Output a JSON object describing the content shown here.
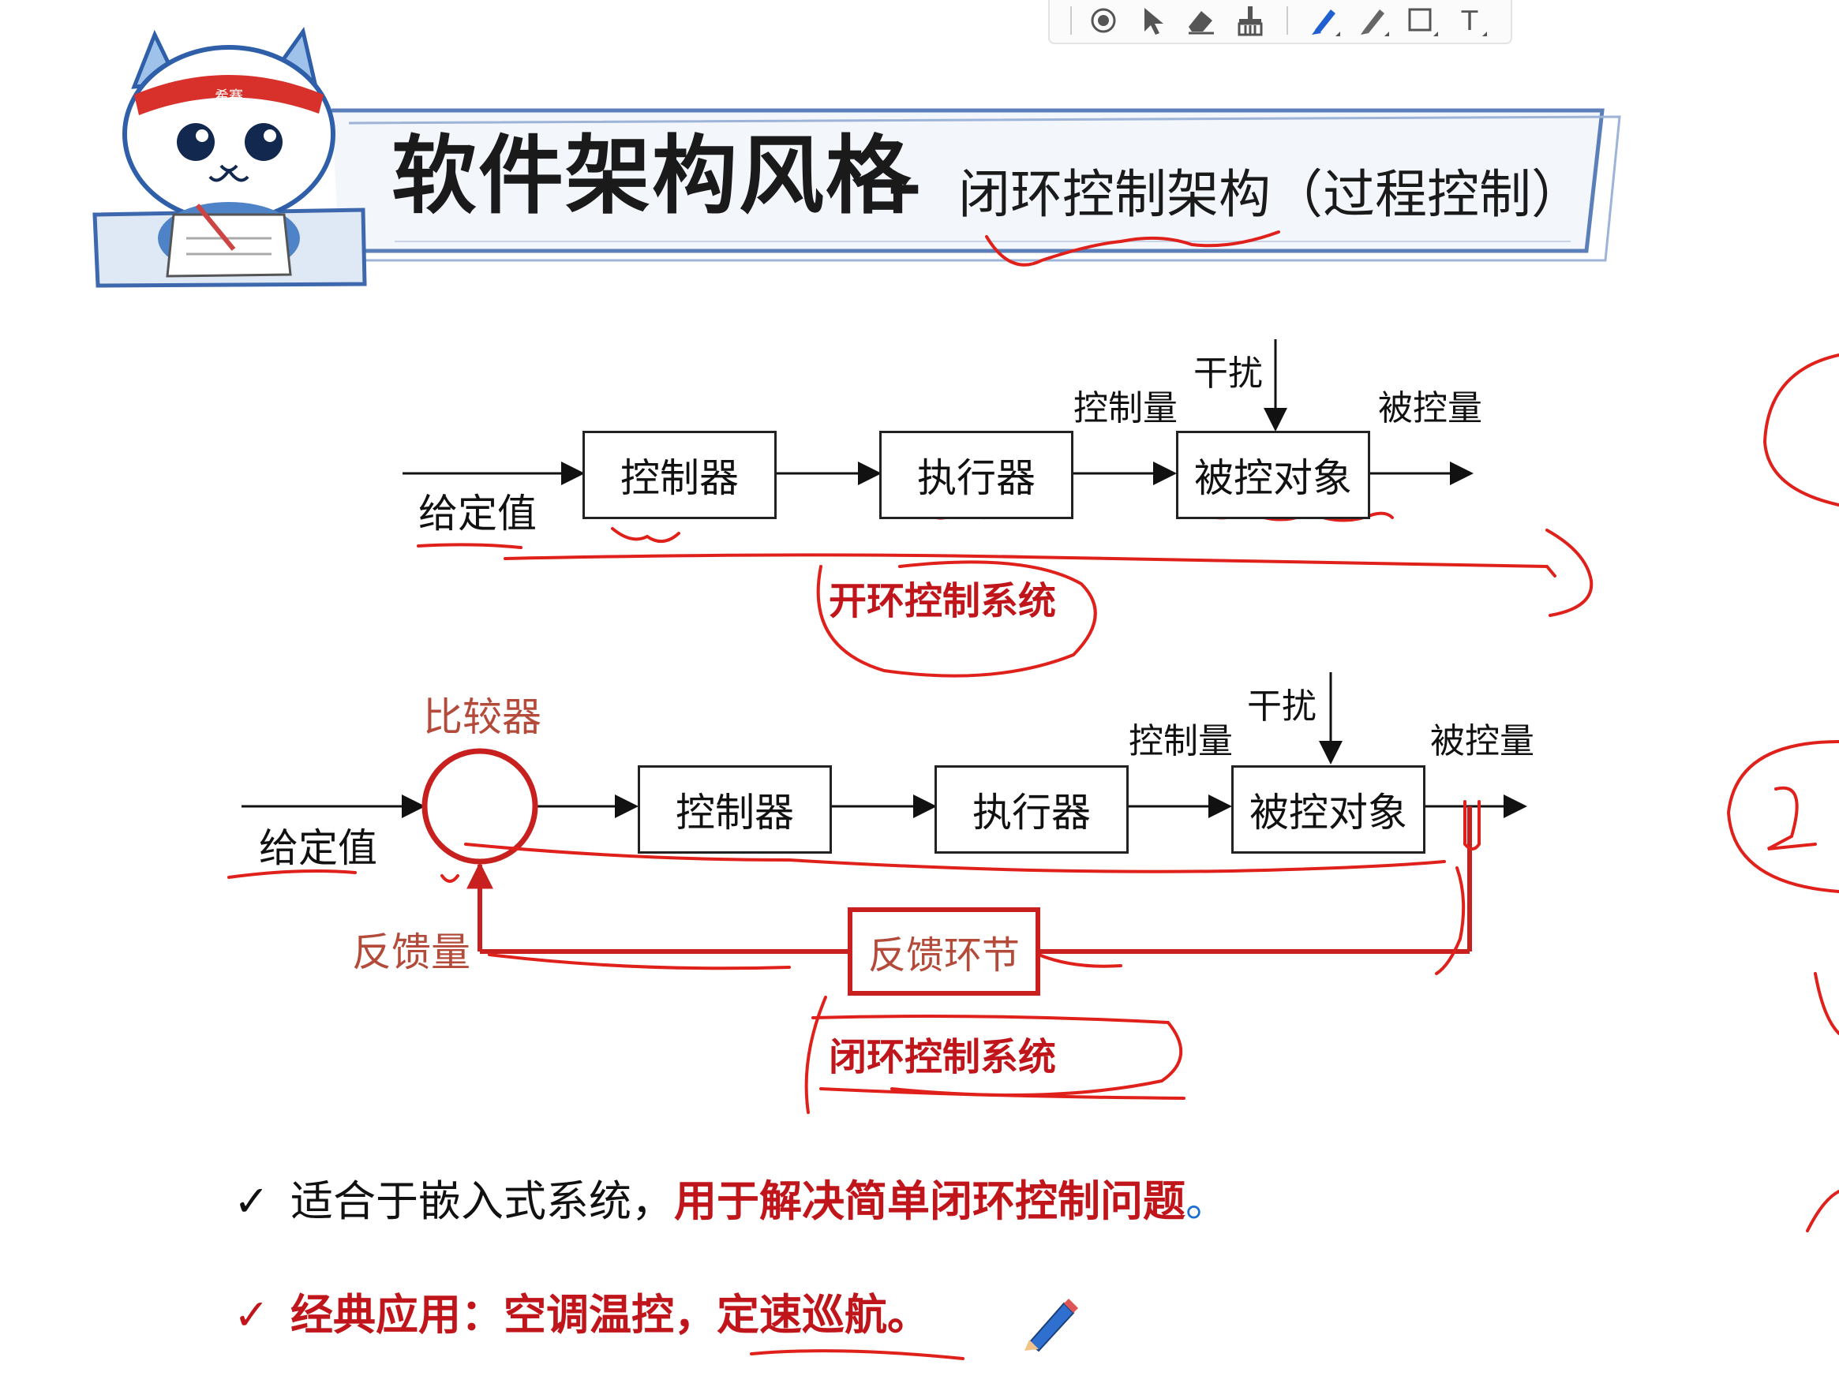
{
  "toolbar": {
    "tools": [
      {
        "name": "record",
        "icon": "record-icon"
      },
      {
        "name": "pointer",
        "icon": "cursor-arrow-icon"
      },
      {
        "name": "eraser",
        "icon": "eraser-icon"
      },
      {
        "name": "clear",
        "icon": "broom-icon"
      },
      {
        "name": "highlighter",
        "icon": "highlighter-icon"
      },
      {
        "name": "pen",
        "icon": "pen-icon"
      },
      {
        "name": "rectangle",
        "icon": "rectangle-icon"
      },
      {
        "name": "text",
        "icon": "text-icon",
        "label": "T"
      }
    ]
  },
  "mascot": {
    "headband_text": "希赛"
  },
  "title": {
    "main": "软件架构风格",
    "dash": "–",
    "sub": "闭环控制架构（过程控制）"
  },
  "open_loop": {
    "input_label": "给定值",
    "controller": "控制器",
    "actuator": "执行器",
    "plant": "被控对象",
    "control_qty": "控制量",
    "disturbance": "干扰",
    "output_label": "被控量",
    "system_label": "开环控制系统"
  },
  "closed_loop": {
    "comparator_label": "比较器",
    "input_label": "给定值",
    "controller": "控制器",
    "actuator": "执行器",
    "plant": "被控对象",
    "control_qty": "控制量",
    "disturbance": "干扰",
    "output_label": "被控量",
    "feedback_qty": "反馈量",
    "feedback_block": "反馈环节",
    "system_label": "闭环控制系统"
  },
  "bullets": [
    {
      "check": "✓",
      "text": "适合于嵌入式系统，",
      "highlight": "用于解决简单闭环控制问题",
      "end": "。"
    },
    {
      "check": "✓",
      "text": "",
      "highlight": "经典应用：空调温控，定速巡航",
      "end": "。"
    }
  ],
  "colors": {
    "annotation_red": "#e0201a",
    "feedback_red": "#c8201e",
    "title_frame_blue": "#5b7fb8"
  }
}
